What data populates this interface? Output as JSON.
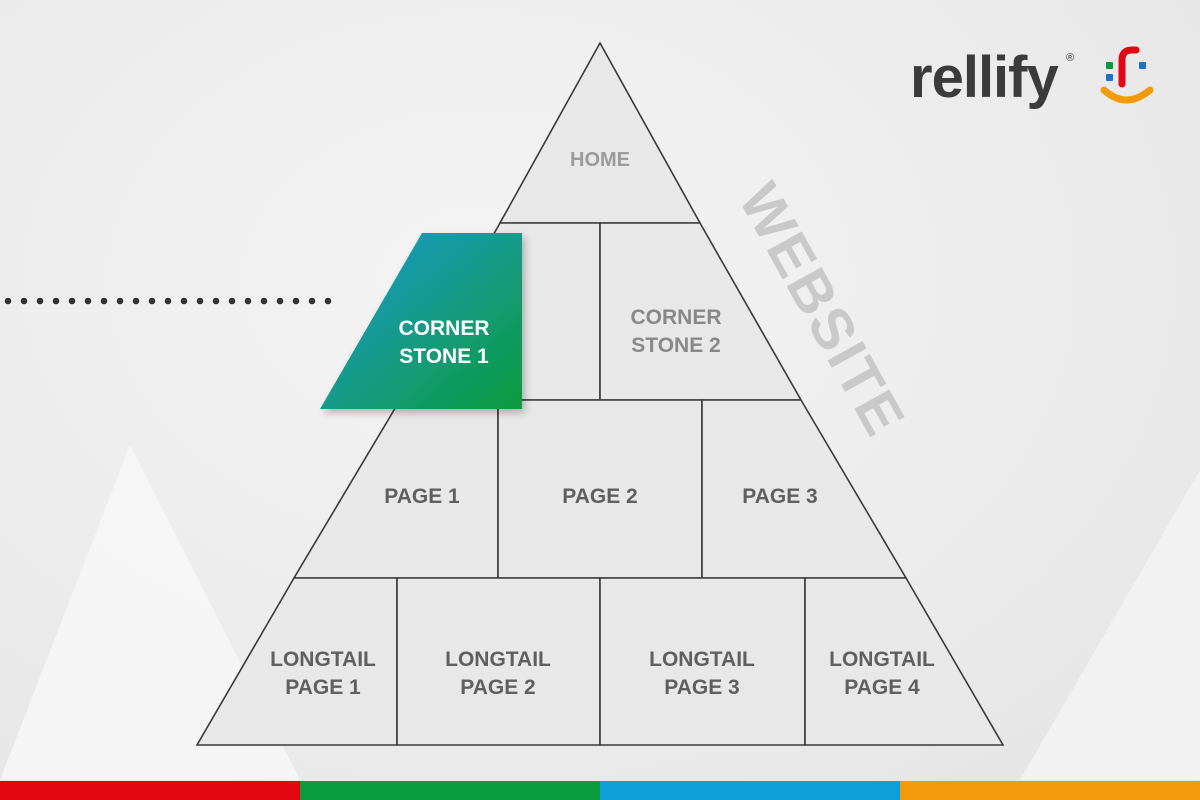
{
  "diagram": {
    "side_label": "WEBSITE",
    "nodes": {
      "home": "HOME",
      "corner_stone_1": [
        "CORNER",
        "STONE 1"
      ],
      "corner_stone_2": [
        "CORNER",
        "STONE 2"
      ],
      "page_1": "PAGE 1",
      "page_2": "PAGE 2",
      "page_3": "PAGE 3",
      "longtail_1": [
        "LONGTAIL",
        "PAGE 1"
      ],
      "longtail_2": [
        "LONGTAIL",
        "PAGE 2"
      ],
      "longtail_3": [
        "LONGTAIL",
        "PAGE 3"
      ],
      "longtail_4": [
        "LONGTAIL",
        "PAGE 4"
      ]
    },
    "highlight_gradient": [
      "#1a9ad6",
      "#0e9a3c"
    ]
  },
  "brand": {
    "name": "rellify",
    "registered": "®",
    "icon": "smiley-logo-icon"
  },
  "colors": {
    "bar": [
      "#e30613",
      "#0a9b3e",
      "#0e9ed8",
      "#f39a0a"
    ],
    "logo_dots": [
      "#0a9b3e",
      "#1a73c9",
      "#e30613",
      "#f39a0a"
    ]
  }
}
